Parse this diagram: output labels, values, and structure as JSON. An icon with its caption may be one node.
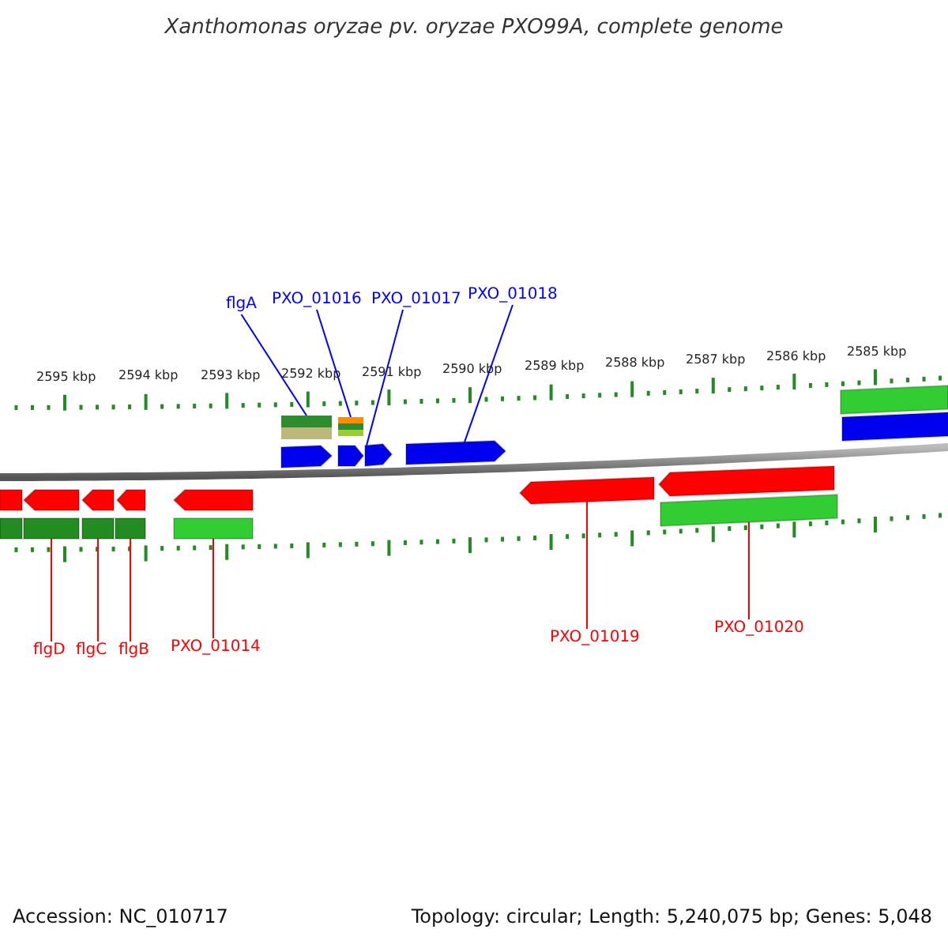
{
  "diagram": {
    "title": "Xanthomonas oryzae pv. oryzae PXO99A, complete genome",
    "nodes": [
      {
        "text": [
          "flgA"
        ]
      },
      {
        "text": [
          "PXO_01016"
        ]
      },
      {
        "text": [
          "PXO_01017"
        ]
      },
      {
        "text": [
          "PXO_01018"
        ]
      },
      {
        "text": [],
        "shape": "arrow"
      },
      {
        "text": [],
        "shape": "arrow"
      },
      {
        "text": [],
        "shape": "arrow"
      },
      {
        "text": [],
        "shape": "arrow"
      },
      {
        "text": [],
        "shape": "bar"
      },
      {
        "text": [],
        "shape": "bar"
      },
      {
        "text": [],
        "shape": "arrow"
      },
      {
        "text": [],
        "shape": "arrow"
      },
      {
        "text": [],
        "shape": "arrow"
      },
      {
        "text": [],
        "shape": "arrow"
      },
      {
        "text": [],
        "shape": "arrow"
      },
      {
        "text": [],
        "shape": "arrow"
      },
      {
        "text": [
          "flgD"
        ]
      },
      {
        "text": [
          "flgC"
        ]
      },
      {
        "text": [
          "flgB"
        ]
      },
      {
        "text": [
          "PXO_01014"
        ]
      },
      {
        "text": [
          "PXO_01019"
        ]
      },
      {
        "text": [
          "PXO_01020"
        ]
      },
      {
        "text": [],
        "shape": "bar"
      },
      {
        "text": [],
        "shape": "bar"
      },
      {
        "text": [],
        "shape": "bar"
      },
      {
        "text": [],
        "shape": "bar"
      },
      {
        "text": [],
        "shape": "bar"
      },
      {
        "text": [],
        "shape": "bar"
      },
      {
        "text": [],
        "shape": "bar"
      },
      {
        "text": [],
        "shape": "bar"
      },
      {
        "text": [],
        "shape": "bar"
      }
    ],
    "edges": [
      {
        "from": 0,
        "to": 22,
        "arrow": "none",
        "color": "#0000ff"
      },
      {
        "from": 1,
        "to": 23,
        "arrow": "none",
        "color": "#0000ff"
      },
      {
        "from": 2,
        "to": 6,
        "arrow": "none",
        "color": "#0000ff"
      },
      {
        "from": 3,
        "to": 7,
        "arrow": "none",
        "color": "#0000ff"
      },
      {
        "from": 16,
        "to": 26,
        "arrow": "none"
      },
      {
        "from": 17,
        "to": 27,
        "arrow": "none"
      },
      {
        "from": 18,
        "to": 28,
        "arrow": "none"
      },
      {
        "from": 19,
        "to": 29,
        "arrow": "none"
      },
      {
        "from": 20,
        "to": 14,
        "arrow": "none"
      },
      {
        "from": 21,
        "to": 30,
        "arrow": "none"
      }
    ],
    "labels": [
      "2595 kbp",
      "2594 kbp",
      "2593 kbp",
      "2592 kbp",
      "2591 kbp",
      "2590 kbp",
      "2589 kbp",
      "2588 kbp",
      "2587 kbp",
      "2586 kbp",
      "2585 kbp",
      "Accession: NC_010717",
      "Topology: circular; Length: 5,240,075 bp; Genes: 5,048"
    ]
  }
}
